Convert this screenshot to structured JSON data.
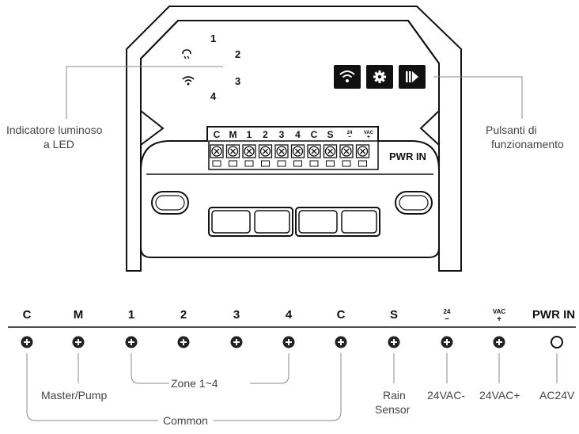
{
  "callouts": {
    "led_indicator": [
      "Indicatore luminoso",
      "a LED"
    ],
    "buttons": [
      "Pulsanti di",
      "funzionamento"
    ]
  },
  "device": {
    "zone_numbers": [
      "1",
      "2",
      "3",
      "4"
    ],
    "terminal_labels": [
      "C",
      "M",
      "1",
      "2",
      "3",
      "4",
      "C",
      "S"
    ],
    "terminal_24": "24",
    "terminal_vac": "VAC",
    "pwr_in": "PWR IN",
    "icons": [
      "wifi-icon",
      "gear-icon",
      "play-pause-icon"
    ]
  },
  "terminal_strip": {
    "headers": [
      "C",
      "M",
      "1",
      "2",
      "3",
      "4",
      "C",
      "S",
      "24",
      "VAC",
      "PWR IN"
    ],
    "header_24_sub": "−",
    "header_vac_sub": "+"
  },
  "wiring_labels": {
    "master_pump": "Master/Pump",
    "zones": "Zone 1~4",
    "rain_sensor": [
      "Rain",
      "Sensor"
    ],
    "vac_minus": "24VAC-",
    "vac_plus": "24VAC+",
    "ac24v": "AC24V",
    "common": "Common"
  },
  "colors": {
    "line": "#111111",
    "leader": "#888888",
    "text": "#444444"
  }
}
